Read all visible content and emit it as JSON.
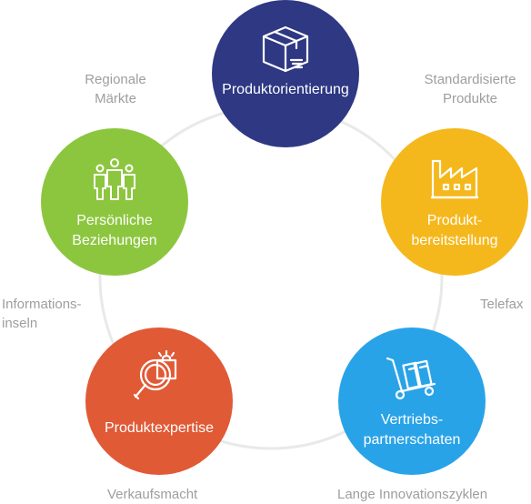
{
  "nodes": {
    "produktorientierung": {
      "label": "Produktorientierung",
      "color": "#2e3883",
      "icon": "box-icon"
    },
    "produktbereitstellung": {
      "label_line1": "Produkt-",
      "label_line2": "bereitstellung",
      "color": "#f5b81c",
      "icon": "factory-icon"
    },
    "vertriebspartner": {
      "label_line1": "Vertriebs-",
      "label_line2": "partnerschaten",
      "color": "#29a3e8",
      "icon": "hand-truck-icon"
    },
    "produktexpertise": {
      "label": "Produktexpertise",
      "color": "#e05a36",
      "icon": "magnifier-bag-icon"
    },
    "persoenliche": {
      "label_line1": "Persönliche",
      "label_line2": "Beziehungen",
      "color": "#8cc63f",
      "icon": "people-group-icon"
    }
  },
  "side_labels": {
    "regionale": {
      "line1": "Regionale",
      "line2": "Märkte"
    },
    "standardisierte": {
      "line1": "Standardisierte",
      "line2": "Produkte"
    },
    "informationsinseln": {
      "line1": "Informations-",
      "line2": "inseln"
    },
    "telefax": "Telefax",
    "verkaufsmacht": "Verkaufsmacht",
    "innovationszyklen": "Lange Innovationszyklen"
  },
  "colors": {
    "ring": "#e9e9e9",
    "side_text": "#9e9e9e",
    "node_text": "#ffffff"
  }
}
